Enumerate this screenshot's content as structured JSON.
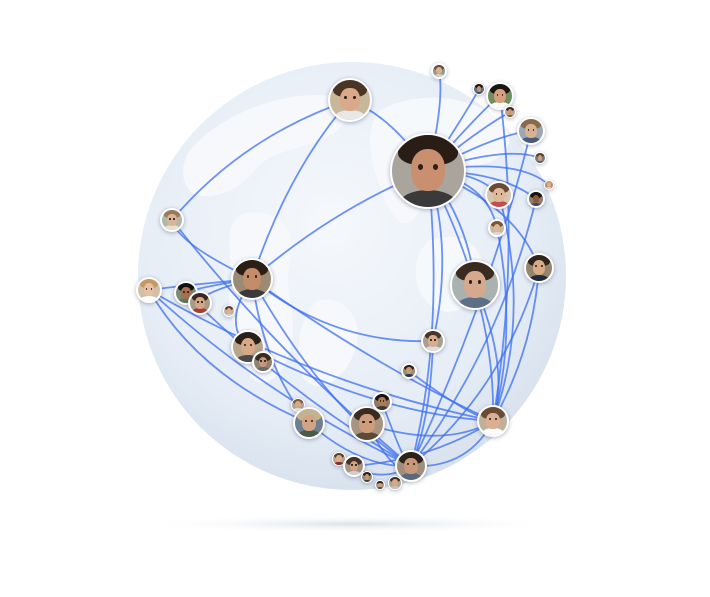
{
  "scene": {
    "line_color": "#3b6ff2",
    "globe_color": "#e7eef7",
    "land_color": "#f4f7fb"
  },
  "people": [
    {
      "id": "p1",
      "bg": "#c9b79c",
      "skin": "#d9a98a",
      "hair": "#4a3426",
      "shirt": "#e8e8e8"
    },
    {
      "id": "p2",
      "bg": "#a9a49c",
      "skin": "#c98f6e",
      "hair": "#2a1d16",
      "shirt": "#3a3a3a"
    },
    {
      "id": "p3",
      "bg": "#8c9a86",
      "skin": "#d8b093",
      "hair": "#6b4b33",
      "shirt": "#cfcfcf"
    },
    {
      "id": "p4",
      "bg": "#5d6d7a",
      "skin": "#c99074",
      "hair": "#1e1612",
      "shirt": "#2c4a7a"
    },
    {
      "id": "p5",
      "bg": "#6f8f5e",
      "skin": "#d4a07e",
      "hair": "#1b1410",
      "shirt": "#ffffff"
    },
    {
      "id": "p6",
      "bg": "#b9a990",
      "skin": "#cc9a7b",
      "hair": "#3d2a1e",
      "shirt": "#7a5a3a"
    },
    {
      "id": "p7",
      "bg": "#9aa8b6",
      "skin": "#d8b092",
      "hair": "#8a6a4a",
      "shirt": "#4a5a7a"
    },
    {
      "id": "p8",
      "bg": "#7a7a7a",
      "skin": "#caa086",
      "hair": "#5a4030",
      "shirt": "#5a5a5a"
    },
    {
      "id": "p9",
      "bg": "#b48c6a",
      "skin": "#dcae8e",
      "hair": "#c9a46a",
      "shirt": "#e0d0c0"
    },
    {
      "id": "p10",
      "bg": "#d4c6b0",
      "skin": "#e2b89a",
      "hair": "#6a4a34",
      "shirt": "#c05050"
    },
    {
      "id": "p11",
      "bg": "#8d7d6a",
      "skin": "#8a5a3e",
      "hair": "#1a1410",
      "shirt": "#3a4a6a"
    },
    {
      "id": "p12",
      "bg": "#c8b8a0",
      "skin": "#e0b696",
      "hair": "#7a5638",
      "shirt": "#dadada"
    },
    {
      "id": "p13",
      "bg": "#93866e",
      "skin": "#d8aa86",
      "hair": "#2e241c",
      "shirt": "#1f2a3a"
    },
    {
      "id": "p14",
      "bg": "#aab2b0",
      "skin": "#d6a98e",
      "hair": "#3a2a20",
      "shirt": "#5d6f86"
    },
    {
      "id": "p15",
      "bg": "#b0b8a8",
      "skin": "#d9b49a",
      "hair": "#9a7a5a",
      "shirt": "#e8e0d0"
    },
    {
      "id": "p16",
      "bg": "#9c8b74",
      "skin": "#c58c6a",
      "hair": "#2a1e16",
      "shirt": "#3a3a3a"
    },
    {
      "id": "p17",
      "bg": "#d0c0a8",
      "skin": "#e6c0a2",
      "hair": "#c49a62",
      "shirt": "#ffffff"
    },
    {
      "id": "p18",
      "bg": "#7d8b76",
      "skin": "#a8704e",
      "hair": "#141010",
      "shirt": "#5a7a5a"
    },
    {
      "id": "p19",
      "bg": "#a89a86",
      "skin": "#d4a684",
      "hair": "#3a2a1e",
      "shirt": "#aa3a3a"
    },
    {
      "id": "p20",
      "bg": "#c4b29a",
      "skin": "#ddb090",
      "hair": "#5a4232",
      "shirt": "#cfd6e0"
    },
    {
      "id": "p21",
      "bg": "#b8a68c",
      "skin": "#d9a887",
      "hair": "#2a201a",
      "shirt": "#4a4a4a"
    },
    {
      "id": "p22",
      "bg": "#908272",
      "skin": "#c8977a",
      "hair": "#3a2c22",
      "shirt": "#6a6a6a"
    },
    {
      "id": "p23",
      "bg": "#a6a093",
      "skin": "#d8ac8c",
      "hair": "#4a3628",
      "shirt": "#ddd"
    },
    {
      "id": "p24",
      "bg": "#9a8a70",
      "skin": "#c99878",
      "hair": "#2b211b",
      "shirt": "#2a3a5a"
    },
    {
      "id": "p25",
      "bg": "#b2a592",
      "skin": "#d7a98a",
      "hair": "#7a5a40",
      "shirt": "#e6e6e6"
    },
    {
      "id": "p26",
      "bg": "#6e7f8e",
      "skin": "#d3a386",
      "hair": "#c4b290",
      "shirt": "#4a5a4a"
    },
    {
      "id": "p27",
      "bg": "#a69580",
      "skin": "#cd9d7e",
      "hair": "#3b2c20",
      "shirt": "#5a4a3a"
    },
    {
      "id": "p28",
      "bg": "#8c7c66",
      "skin": "#b07a58",
      "hair": "#1c1410",
      "shirt": "#3a3a3a"
    },
    {
      "id": "p29",
      "bg": "#b7a88f",
      "skin": "#dcae90",
      "hair": "#5a3e2c",
      "shirt": "#8a2a2a"
    },
    {
      "id": "p30",
      "bg": "#a39683",
      "skin": "#d2a283",
      "hair": "#443226",
      "shirt": "#d0d0d0"
    },
    {
      "id": "p31",
      "bg": "#9d8f7c",
      "skin": "#c7987a",
      "hair": "#2c221a",
      "shirt": "#5a6a7a"
    },
    {
      "id": "p32",
      "bg": "#c0b09a",
      "skin": "#dbb092",
      "hair": "#6a4c36",
      "shirt": "#ffffff"
    },
    {
      "id": "p33",
      "bg": "#96887a",
      "skin": "#c79576",
      "hair": "#2a1e16",
      "shirt": "#3a3a3a"
    },
    {
      "id": "p34",
      "bg": "#b4a48e",
      "skin": "#d6a888",
      "hair": "#3e2e22",
      "shirt": "#c0c0c0"
    },
    {
      "id": "p35",
      "bg": "#a89880",
      "skin": "#cf9e7f",
      "hair": "#2e2218",
      "shirt": "#4a4a5a"
    }
  ]
}
